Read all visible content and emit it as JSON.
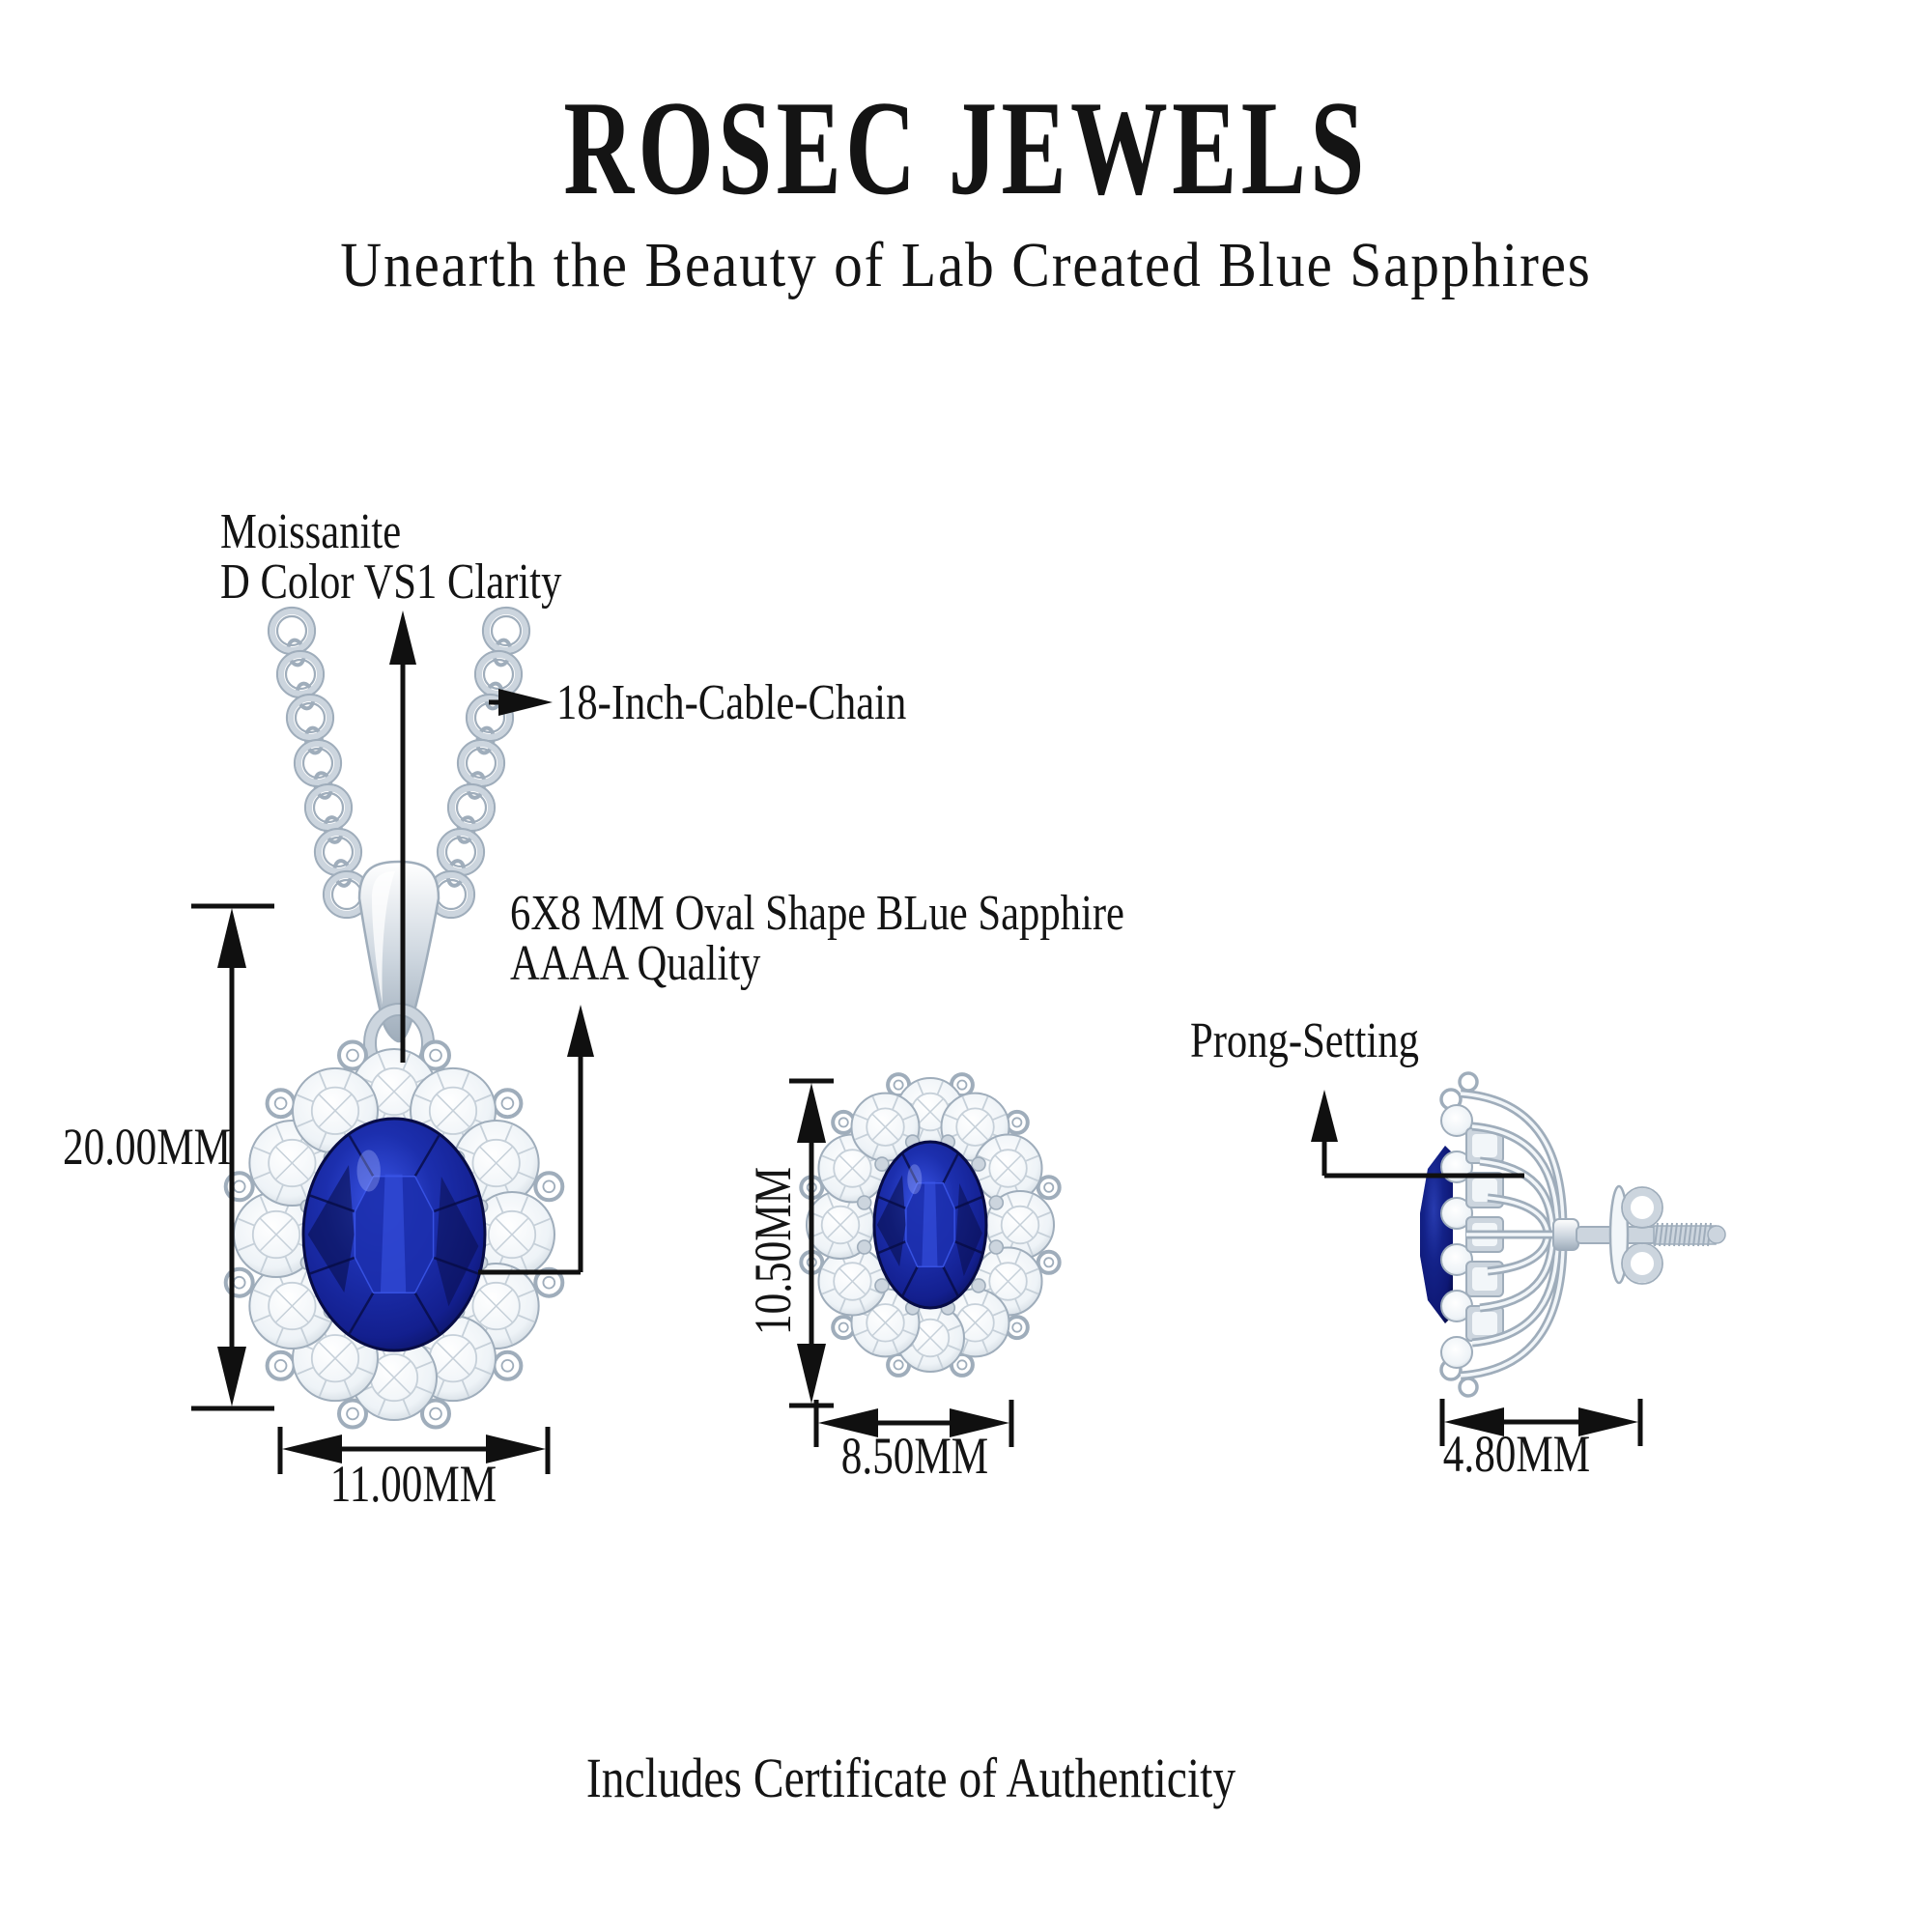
{
  "header": {
    "brand": "ROSEC JEWELS",
    "tagline": "Unearth the Beauty of Lab Created Blue Sapphires"
  },
  "annotations": {
    "halo": {
      "line1": "Moissanite",
      "line2": "D Color VS1 Clarity"
    },
    "chain": "18-Inch-Cable-Chain",
    "stone": {
      "line1": "6X8 MM Oval Shape BLue Sapphire",
      "line2": "AAAA Quality"
    },
    "prong": "Prong-Setting"
  },
  "dimensions": {
    "pendant_height": "20.00MM",
    "pendant_width": "11.00MM",
    "earring_height": "10.50MM",
    "earring_width": "8.50MM",
    "earring_depth": "4.80MM"
  },
  "footer": {
    "note": "Includes Certificate of Authenticity"
  },
  "colors": {
    "ink": "#101010",
    "metal": "#ccd5de",
    "metal_shadow": "#9fadbb",
    "metal_light": "#f2f6f9",
    "diamond": "#eef3f7",
    "diamond_line": "#c6d0d9",
    "gem_light": "#3a55e8",
    "gem_mid": "#1c2fae",
    "gem_deep": "#131f8e",
    "gem_dark": "#070c45"
  }
}
